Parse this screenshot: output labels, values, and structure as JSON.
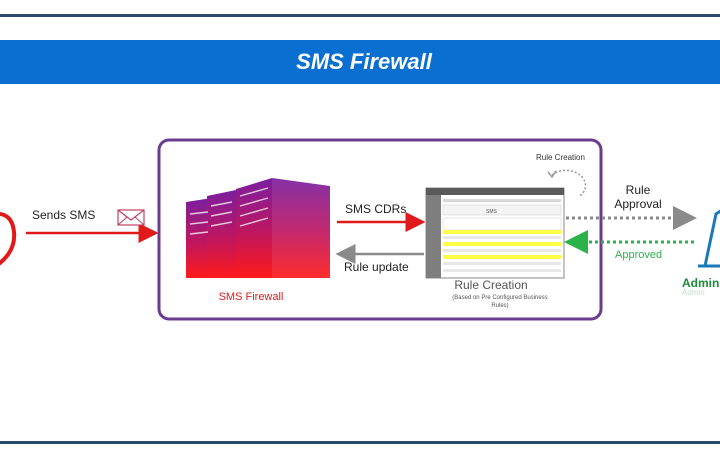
{
  "title": "SMS Firewall",
  "labels": {
    "sends_sms": "Sends SMS",
    "sms_cdrs": "SMS CDRs",
    "rule_update": "Rule update",
    "sms_firewall": "SMS Firewall",
    "rule_creation_loop": "Rule Creation",
    "rule_creation": "Rule Creation",
    "rule_creation_note_1": "(Based on Pre Configured Business",
    "rule_creation_note_2": "Rules)",
    "rule_approval_1": "Rule",
    "rule_approval_2": "Approval",
    "approved": "Approved",
    "admin": "Admin",
    "admin_reflection": "Admin",
    "mini_ui_tag": "SMS"
  },
  "colors": {
    "banner": "#0a6fd0",
    "border_lines": "#2a4a6b",
    "container_border": "#6a3b8e",
    "sms_arrow": "#e01a1a",
    "firewall_label": "#e01a1a",
    "rule_update_arrow": "#8a8a8a",
    "approval_arrow": "#8a8a8a",
    "approved_arrow": "#2ab34a",
    "admin_label": "#1e8a3a",
    "admin_icon": "#1a7ab8"
  },
  "icons": [
    "envelope-icon",
    "server-cluster-icon",
    "rule-ui-window-icon",
    "refresh-loop-icon",
    "admin-laptop-icon",
    "sender-phone-icon"
  ]
}
